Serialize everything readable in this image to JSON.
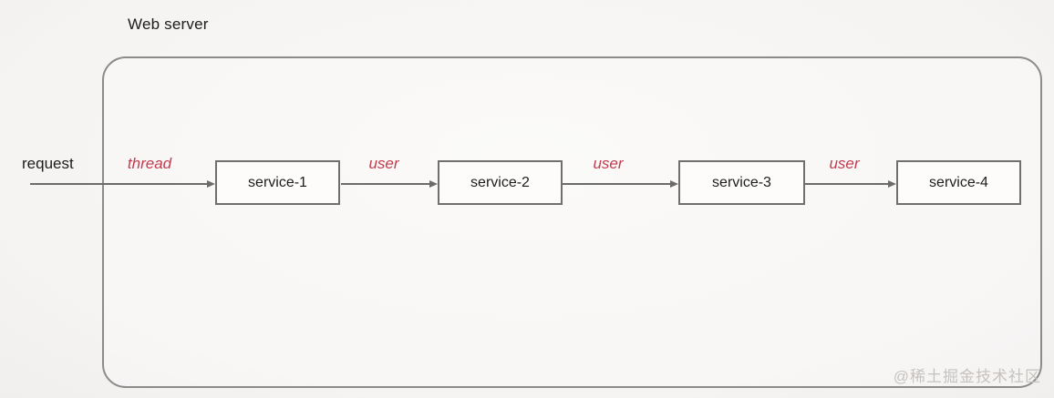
{
  "diagram": {
    "container_label": "Web server",
    "request_label": "request",
    "nodes": [
      {
        "label": "service-1"
      },
      {
        "label": "service-2"
      },
      {
        "label": "service-3"
      },
      {
        "label": "service-4"
      }
    ],
    "edges": [
      {
        "label": "thread",
        "from": "request",
        "to": "service-1"
      },
      {
        "label": "user",
        "from": "service-1",
        "to": "service-2"
      },
      {
        "label": "user",
        "from": "service-2",
        "to": "service-3"
      },
      {
        "label": "user",
        "from": "service-3",
        "to": "service-4"
      }
    ]
  },
  "watermark": "@稀土掘金技术社区",
  "colors": {
    "edge_label": "#c23b4e",
    "node_border": "#6f6f6f",
    "container_border": "#8d8b8a",
    "arrow": "#6b6b6b",
    "text": "#1c1c1c",
    "watermark": "#c5c2bf",
    "background": "#f6f4f2",
    "node_background": "#fdfcfb"
  }
}
